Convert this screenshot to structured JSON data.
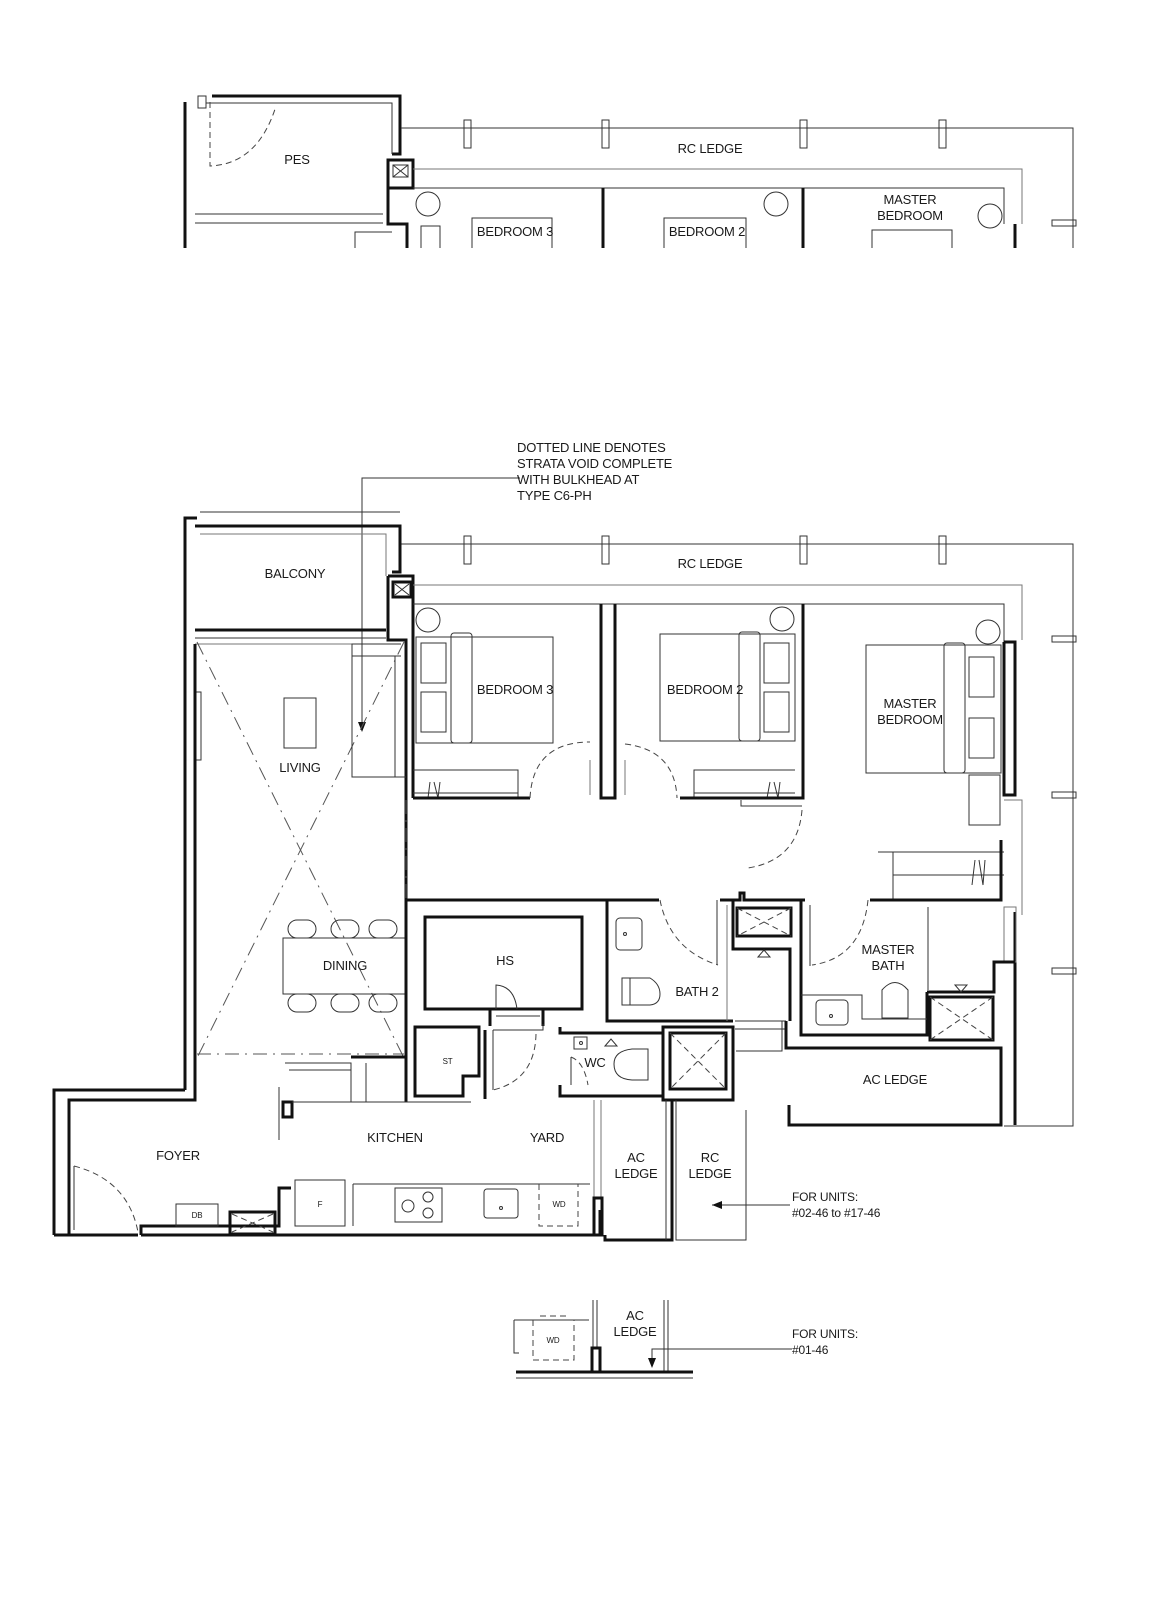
{
  "top_partial_plan": {
    "labels": {
      "pes": "PES",
      "rc_ledge": "RC LEDGE",
      "bedroom3": "BEDROOM 3",
      "bedroom2": "BEDROOM 2",
      "master_bedroom": "MASTER\nBEDROOM"
    }
  },
  "main_plan": {
    "note": "DOTTED LINE DENOTES\nSTRATA VOID COMPLETE\nWITH BULKHEAD AT\nTYPE C6-PH",
    "rooms": {
      "balcony": "BALCONY",
      "rc_ledge_top": "RC LEDGE",
      "bedroom3": "BEDROOM 3",
      "bedroom2": "BEDROOM 2",
      "master_bedroom": "MASTER\nBEDROOM",
      "living": "LIVING",
      "dining": "DINING",
      "hs": "HS",
      "bath2": "BATH 2",
      "master_bath": "MASTER\nBATH",
      "st": "ST",
      "wc": "WC",
      "ac_ledge_right": "AC LEDGE",
      "kitchen": "KITCHEN",
      "yard": "YARD",
      "foyer": "FOYER",
      "ac_ledge_bottom": "AC\nLEDGE",
      "rc_ledge_bottom": "RC\nLEDGE",
      "db": "DB",
      "fridge": "F",
      "wd": "WD"
    },
    "units_note": "FOR UNITS:\n#02-46 to #17-46"
  },
  "bottom_detail": {
    "ac_ledge": "AC\nLEDGE",
    "wd": "WD",
    "units_note": "FOR UNITS:\n#01-46"
  }
}
